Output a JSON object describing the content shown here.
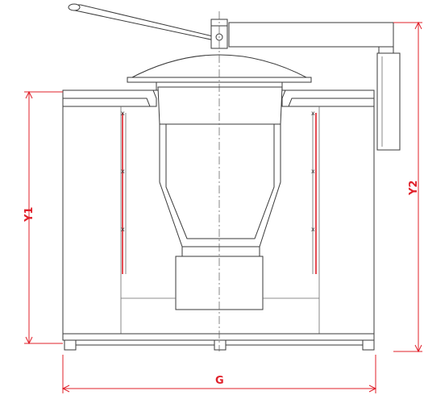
{
  "diagram": {
    "dimension_labels": {
      "height_body": "Y1",
      "height_total": "Y2",
      "width": "G"
    },
    "colors": {
      "dimension": "#e0202a",
      "heater": "#e0202a",
      "outline": "#3a3a3a"
    }
  }
}
